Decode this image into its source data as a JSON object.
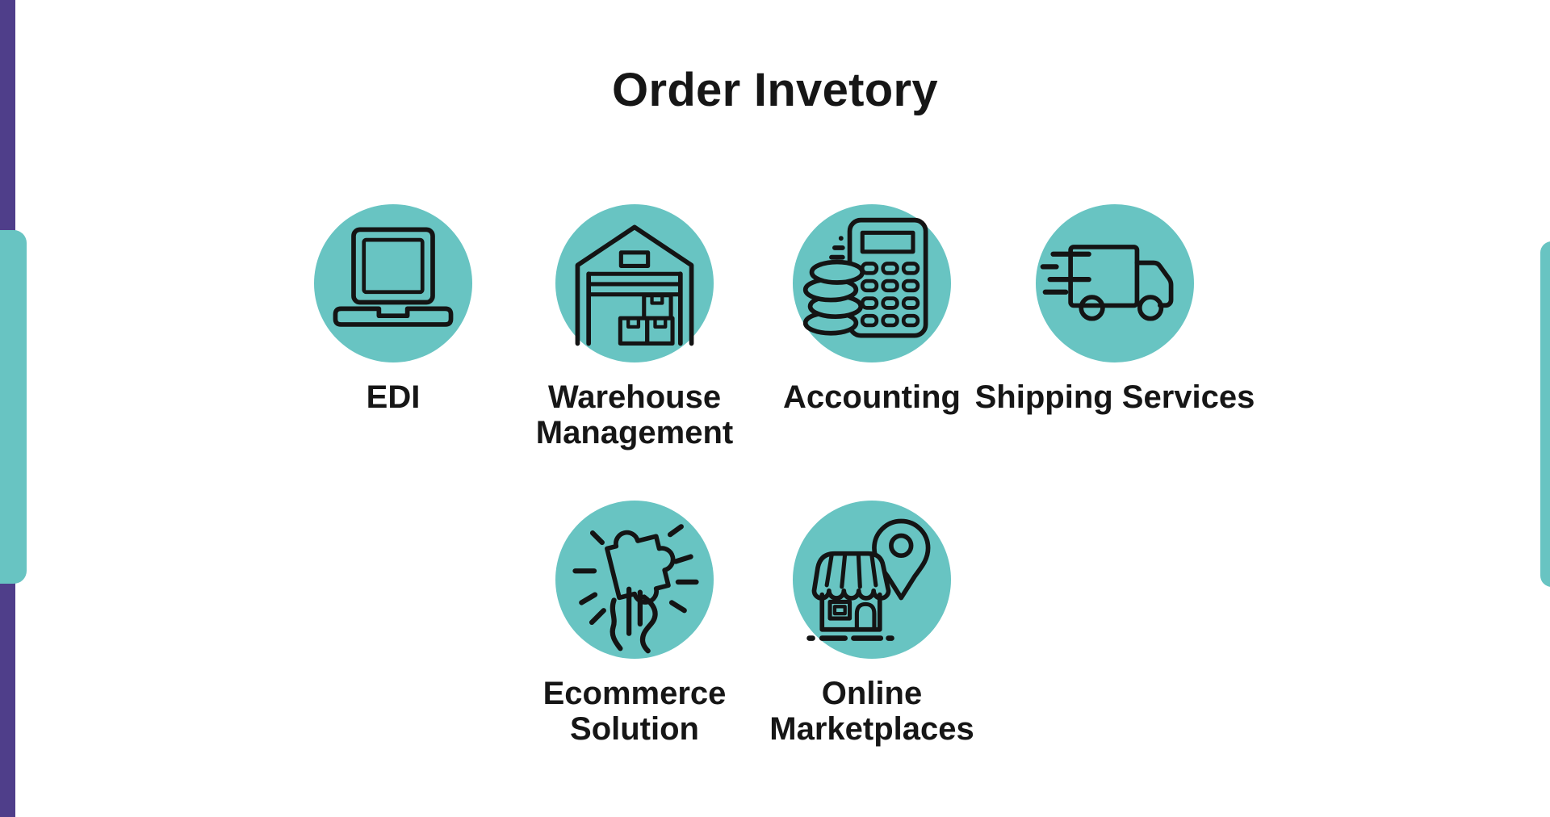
{
  "title": "Order Invetory",
  "colors": {
    "accent_teal": "#68c4c2",
    "accent_purple": "#4f3e8a",
    "icon_stroke": "#141414",
    "text": "#161616",
    "background": "#ffffff"
  },
  "items": [
    {
      "id": "edi",
      "label": "EDI",
      "icon": "laptop-icon"
    },
    {
      "id": "warehouse-management",
      "label": "Warehouse Management",
      "icon": "warehouse-icon"
    },
    {
      "id": "accounting",
      "label": "Accounting",
      "icon": "calculator-coins-icon"
    },
    {
      "id": "shipping-services",
      "label": "Shipping Services",
      "icon": "delivery-truck-icon"
    },
    {
      "id": "ecommerce-solution",
      "label": "Ecommerce Solution",
      "icon": "puzzle-in-hand-icon"
    },
    {
      "id": "online-marketplaces",
      "label": "Online Marketplaces",
      "icon": "storefront-location-pin-icon"
    }
  ]
}
